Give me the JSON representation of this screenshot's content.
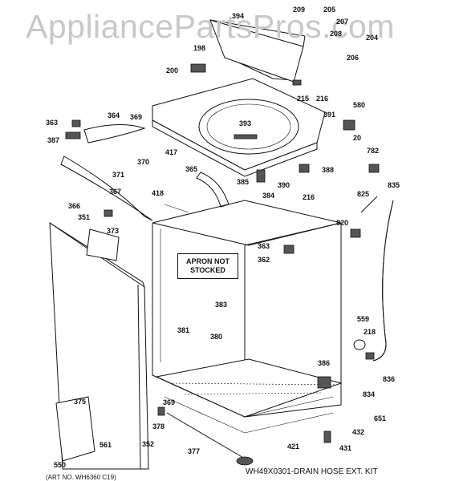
{
  "watermark": "AppliancePartsPros.com",
  "apron_note": [
    "APRON NOT",
    "STOCKED"
  ],
  "footer_kit": "WH49X0301-DRAIN HOSE EXT. KIT",
  "footer_art": "(ART NO. WH6360 C19)",
  "callouts": [
    {
      "id": "394",
      "text": "394"
    },
    {
      "id": "209",
      "text": "209"
    },
    {
      "id": "205",
      "text": "205"
    },
    {
      "id": "207",
      "text": "207"
    },
    {
      "id": "208",
      "text": "208"
    },
    {
      "id": "204",
      "text": "204"
    },
    {
      "id": "206",
      "text": "206"
    },
    {
      "id": "198",
      "text": "198"
    },
    {
      "id": "200",
      "text": "200"
    },
    {
      "id": "215",
      "text": "215"
    },
    {
      "id": "216a",
      "text": "216"
    },
    {
      "id": "580",
      "text": "580"
    },
    {
      "id": "391",
      "text": "391"
    },
    {
      "id": "393",
      "text": "393"
    },
    {
      "id": "20",
      "text": "20"
    },
    {
      "id": "363a",
      "text": "363"
    },
    {
      "id": "364",
      "text": "364"
    },
    {
      "id": "369a",
      "text": "369"
    },
    {
      "id": "387",
      "text": "387"
    },
    {
      "id": "417",
      "text": "417"
    },
    {
      "id": "370",
      "text": "370"
    },
    {
      "id": "371",
      "text": "371"
    },
    {
      "id": "418",
      "text": "418"
    },
    {
      "id": "367",
      "text": "367"
    },
    {
      "id": "365",
      "text": "365"
    },
    {
      "id": "385",
      "text": "385"
    },
    {
      "id": "384",
      "text": "384"
    },
    {
      "id": "390",
      "text": "390"
    },
    {
      "id": "388",
      "text": "388"
    },
    {
      "id": "216b",
      "text": "216"
    },
    {
      "id": "782",
      "text": "782"
    },
    {
      "id": "825",
      "text": "825"
    },
    {
      "id": "835",
      "text": "835"
    },
    {
      "id": "366",
      "text": "366"
    },
    {
      "id": "351",
      "text": "351"
    },
    {
      "id": "373",
      "text": "373"
    },
    {
      "id": "820",
      "text": "820"
    },
    {
      "id": "363b",
      "text": "363"
    },
    {
      "id": "362",
      "text": "362"
    },
    {
      "id": "383",
      "text": "383"
    },
    {
      "id": "559",
      "text": "559"
    },
    {
      "id": "381",
      "text": "381"
    },
    {
      "id": "380",
      "text": "380"
    },
    {
      "id": "218",
      "text": "218"
    },
    {
      "id": "386",
      "text": "386"
    },
    {
      "id": "836",
      "text": "836"
    },
    {
      "id": "834",
      "text": "834"
    },
    {
      "id": "375",
      "text": "375"
    },
    {
      "id": "369b",
      "text": "369"
    },
    {
      "id": "378",
      "text": "378"
    },
    {
      "id": "651",
      "text": "651"
    },
    {
      "id": "432",
      "text": "432"
    },
    {
      "id": "352",
      "text": "352"
    },
    {
      "id": "377",
      "text": "377"
    },
    {
      "id": "421",
      "text": "421"
    },
    {
      "id": "431",
      "text": "431"
    },
    {
      "id": "561",
      "text": "561"
    },
    {
      "id": "550",
      "text": "550"
    }
  ]
}
